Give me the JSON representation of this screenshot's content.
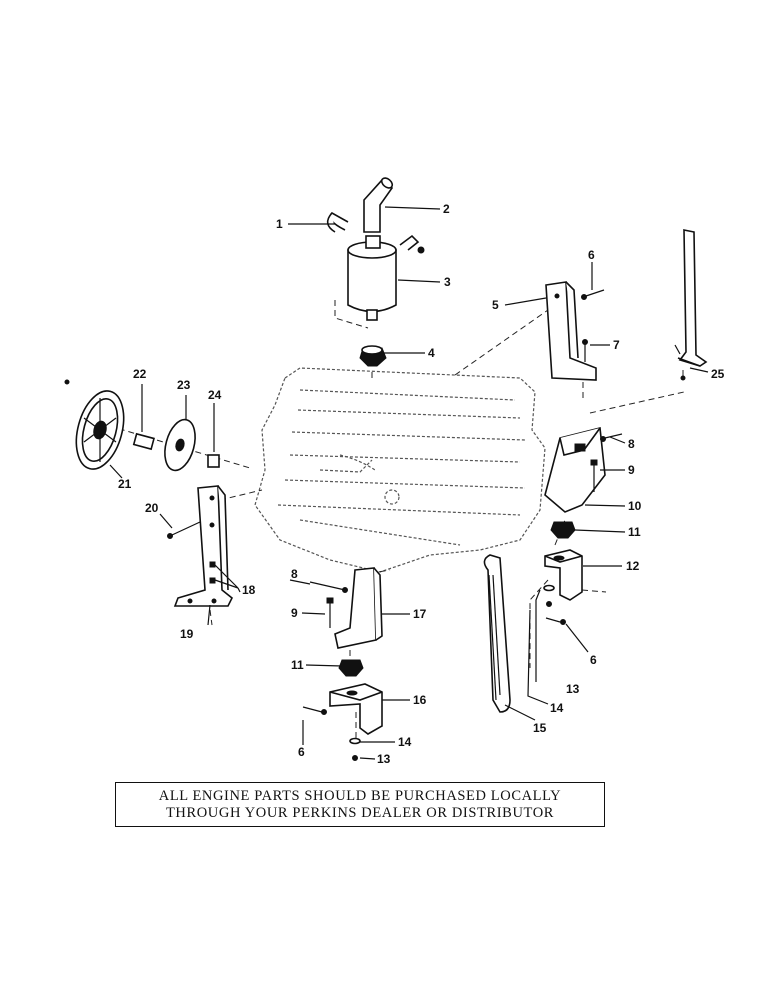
{
  "notice": {
    "line1": "ALL ENGINE PARTS SHOULD BE PURCHASED LOCALLY",
    "line2": "THROUGH YOUR PERKINS DEALER OR DISTRIBUTOR"
  },
  "callouts": [
    "1",
    "2",
    "3",
    "4",
    "5",
    "6",
    "7",
    "8",
    "9",
    "10",
    "11",
    "12",
    "13",
    "14",
    "15",
    "16",
    "17",
    "18",
    "19",
    "20",
    "21",
    "22",
    "23",
    "24",
    "25"
  ],
  "extra_callouts": [
    "6",
    "6",
    "8",
    "9",
    "11",
    "13",
    "14"
  ]
}
